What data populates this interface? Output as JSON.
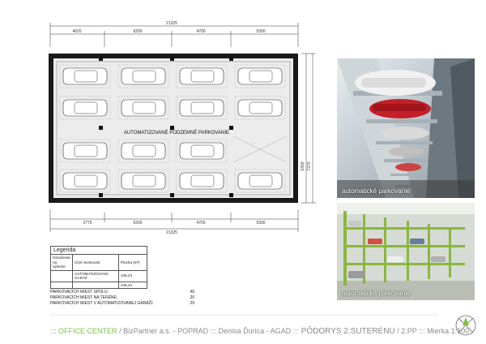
{
  "plan": {
    "center_label": "AUTOMATIZOVANÉ PODZEMNÉ PARKOVANIE",
    "top_total": "21325",
    "top_dims": [
      "4020",
      "6200",
      "4700",
      "5300"
    ],
    "bottom_dims": [
      "2775",
      "6200",
      "4700",
      "5300"
    ],
    "bottom_total": "21325",
    "right_dims": [
      "6300",
      "7270"
    ]
  },
  "photos": [
    {
      "caption": "automatické parkovanie"
    },
    {
      "caption": "automatické parkovanie"
    }
  ],
  "legend": {
    "title": "Legenda",
    "col_mark": "Označenie\nna výkrese",
    "col_purpose": "Účel miestnosti",
    "col_area": "Plocha [m²]",
    "rows": [
      {
        "purpose": "AUTOMATIZOVANÁ GARÁŽ",
        "area": "246,24"
      }
    ],
    "total": "246,24"
  },
  "stats": [
    {
      "label": "PARKOVACÍCH MIEST SPOLU:",
      "value": "49"
    },
    {
      "label": "PARKOVACÍCH MIEST NA TERÉNE:",
      "value": "20"
    },
    {
      "label": "PARKOVACÍCH MIEST V AUTOMATIZOVANEJ GARÁŽI:",
      "value": "29"
    }
  ],
  "footer": {
    "sep": ":::",
    "project": "OFFICE CENTER",
    "company": "BizPartner a.s. - POPRAD",
    "author": "Denisa Ďurica - AGAD",
    "drawing": "PÔDORYS 2.SUTERÉNU",
    "sheet": "2.PP",
    "scale": "Mierka 1:100"
  },
  "colors": {
    "accent": "#7ac143",
    "footer_text": "#8a8a8a"
  },
  "icons": {
    "north_arrow": "north-arrow-icon"
  }
}
